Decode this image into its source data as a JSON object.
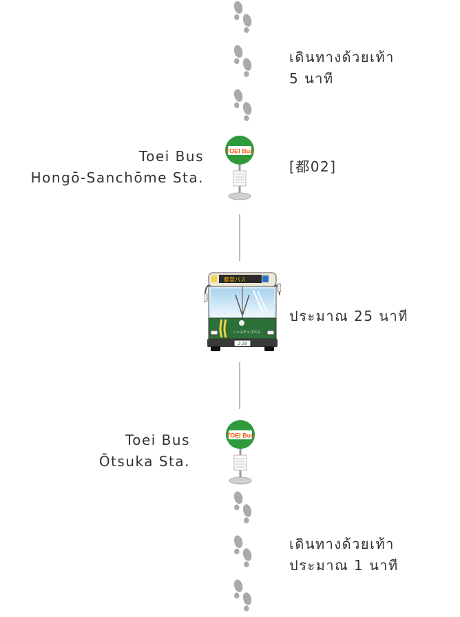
{
  "walk_start": {
    "line1": "เดินทางด้วยเท้า",
    "line2": "5 นาที"
  },
  "stop_origin": {
    "line1": "Toei Bus",
    "line2": "Hongō-Sanchōme Sta.",
    "sign_text": "TOEI Bus",
    "route": "[都02]"
  },
  "bus_ride": {
    "destination_sign": "都営バス",
    "front_label": "ノンステップバス",
    "plate": "2-28",
    "duration": "ประมาณ 25 นาที"
  },
  "stop_destination": {
    "line1": "Toei Bus",
    "line2": "Ōtsuka Sta.",
    "sign_text": "TOEI Bus"
  },
  "walk_end": {
    "line1": "เดินทางด้วยเท้า",
    "line2": "ประมาณ 1 นาที"
  },
  "colors": {
    "text": "#333333",
    "footprint": "#aaaaaa",
    "stop_green": "#2e9a3c",
    "stop_orange": "#e85b10",
    "bus_green": "#2c6f37",
    "line": "#bdbdbd"
  }
}
